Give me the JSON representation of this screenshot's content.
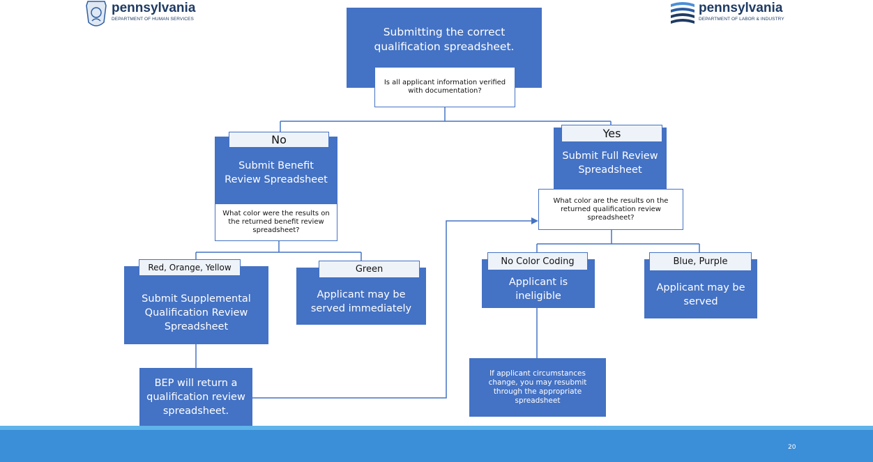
{
  "logos": {
    "left": {
      "name": "pennsylvania",
      "subtitle": "DEPARTMENT OF HUMAN SERVICES"
    },
    "right": {
      "name": "pennsylvania",
      "subtitle": "DEPARTMENT OF LABOR & INDUSTRY"
    }
  },
  "root": {
    "title": "Submitting the correct qualification spreadsheet.",
    "question": "Is all applicant information verified with documentation?"
  },
  "no_branch": {
    "label": "No",
    "title": "Submit Benefit Review Spreadsheet",
    "question": "What color were the results on the returned benefit review spreadsheet?"
  },
  "yes_branch": {
    "label": "Yes",
    "title": "Submit Full Review Spreadsheet",
    "question": "What color are the results on the returned qualification review spreadsheet?"
  },
  "outcomes": {
    "red_orange_yellow": {
      "label": "Red, Orange, Yellow",
      "text": "Submit Supplemental Qualification Review Spreadsheet"
    },
    "green": {
      "label": "Green",
      "text": "Applicant may be served immediately"
    },
    "no_color": {
      "label": "No Color Coding",
      "text": "Applicant is ineligible"
    },
    "blue_purple": {
      "label": "Blue, Purple",
      "text": "Applicant may be served"
    }
  },
  "bep_return": "BEP will return a qualification review spreadsheet.",
  "resubmit_note": "If applicant circumstances change, you may resubmit through the appropriate spreadsheet",
  "page_number": "20",
  "colors": {
    "box": "#4472c4",
    "footer": "#3b8ed8"
  }
}
